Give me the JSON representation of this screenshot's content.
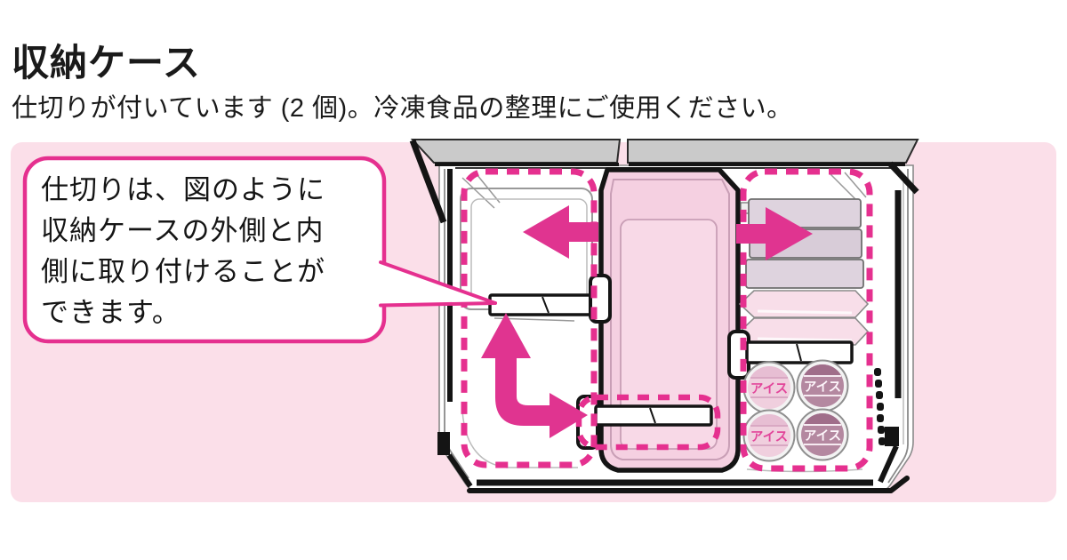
{
  "header": {
    "title": "収納ケース",
    "subtitle": "仕切りが付いています (2 個)。冷凍食品の整理にご使用ください。"
  },
  "callout": {
    "lines": [
      "仕切りは、図のように",
      "収納ケースの外側と内",
      "側に取り付けることが",
      "できます。"
    ]
  },
  "diagram": {
    "cups": [
      {
        "label": "アイス",
        "variant": "light"
      },
      {
        "label": "アイス",
        "variant": "dark"
      },
      {
        "label": "アイス",
        "variant": "light"
      },
      {
        "label": "アイス",
        "variant": "dark"
      }
    ]
  },
  "colors": {
    "accent_magenta": "#e5308f",
    "panel_pink": "#fbdfe9",
    "case_pink": "#f5d0e1",
    "case_inner_pink": "#f8d9e7",
    "shelf_gray": "#cacaca",
    "outline_black": "#141414",
    "food_box_mauve": "#dcd1dc",
    "pouch_pink": "#f8dee9",
    "cup_light": "#f0cfde",
    "cup_dark": "#b488a0",
    "cup_dark_top": "#a06e8a",
    "text_black": "#1a1a1a"
  }
}
